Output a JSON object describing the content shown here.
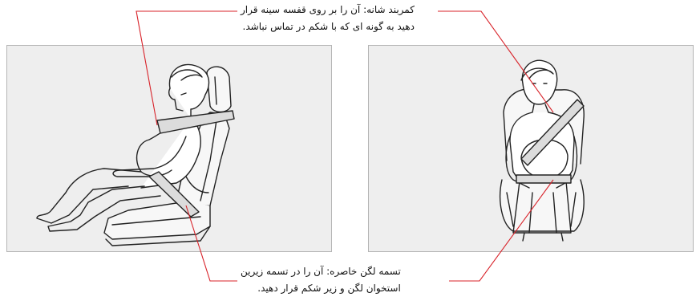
{
  "captions": {
    "shoulder_belt": {
      "line1": "کمربند شانه: آن را بر روی قفسه سینه قرار",
      "line2": "دهید به گونه ای که با شکم در تماس نباشد."
    },
    "lap_belt": {
      "line1": "تسمه لگن خاصره: آن را در تسمه زیرین",
      "line2": "استخوان لگن و زیر شکم قرار دهید."
    }
  },
  "colors": {
    "panel_bg": "#eeeeee",
    "panel_border": "#b5b5b5",
    "leader_line": "#d8232a",
    "belt_fill": "#dcdcdc",
    "outline": "#222222"
  },
  "illustrations": {
    "left": "pregnant-woman-side-view-icon",
    "right": "pregnant-woman-front-view-icon"
  }
}
